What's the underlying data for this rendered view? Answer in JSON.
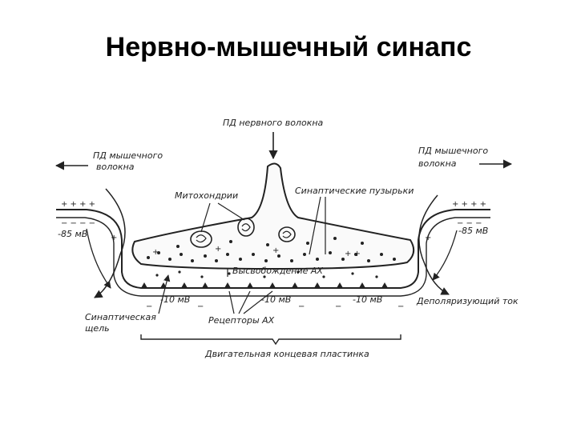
{
  "slide": {
    "title": "Нервно-мышечный синапс"
  },
  "labels": {
    "nerve_ap": "ПД нервного волокна",
    "muscle_ap_left_1": "ПД мышечного",
    "muscle_ap_left_2": "волокна",
    "muscle_ap_right_1": "ПД мышечного",
    "muscle_ap_right_2": "волокна",
    "mitochondria": "Митохондрии",
    "vesicles": "Синаптические пузырьки",
    "left_potential": "-85 мВ",
    "right_potential": "-85 мВ",
    "ach_release": "Высвобождение АХ",
    "local_potential_1": "-10 мВ",
    "local_potential_2": "-10 мВ",
    "local_potential_3": "-10 мВ",
    "cleft_1": "Синаптическая",
    "cleft_2": "щель",
    "receptors": "Рецепторы АХ",
    "depolarizing_current": "Деполяризующий ток",
    "end_plate": "Двигательная концевая пластинка"
  }
}
